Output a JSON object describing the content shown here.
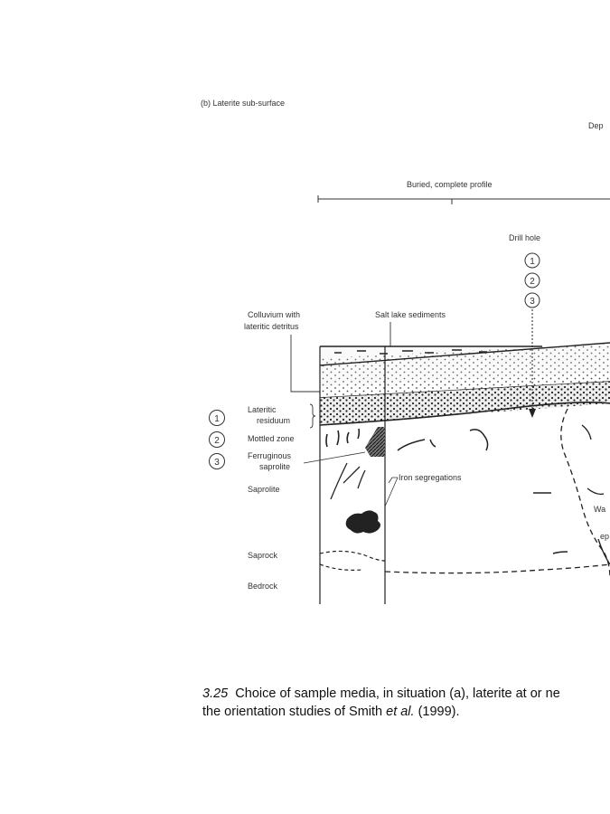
{
  "figure": {
    "panel_title": "(b) Laterite sub-surface",
    "cut_title": "Dep",
    "bracket_label": "Buried, complete profile",
    "drill_label": "Drill hole",
    "drill_numbers": [
      "1",
      "2",
      "3"
    ],
    "left_numbers": [
      "1",
      "2",
      "3"
    ],
    "colluvium_label_1": "Colluvium with",
    "colluvium_label_2": "lateritic detritus",
    "salt_label": "Salt lake sediments",
    "lateritic_label_1": "Lateritic",
    "lateritic_label_2": "residuum",
    "mottled_label": "Mottled zone",
    "ferruginous_label_1": "Ferruginous",
    "ferruginous_label_2": "saprolite",
    "saprolite_label": "Saprolite",
    "iron_label": "Iron segregations",
    "saprock_label": "Saprock",
    "bedrock_label": "Bedrock",
    "cut_label_1": "Wa",
    "cut_label_2": "ep"
  },
  "caption": {
    "number": "3.25",
    "line1_text": "Choice of sample media, in situation (a), laterite at or ne",
    "line2_prefix": "the orientation studies of Smith ",
    "line2_italic": "et al.",
    "line2_suffix": " (1999)."
  }
}
